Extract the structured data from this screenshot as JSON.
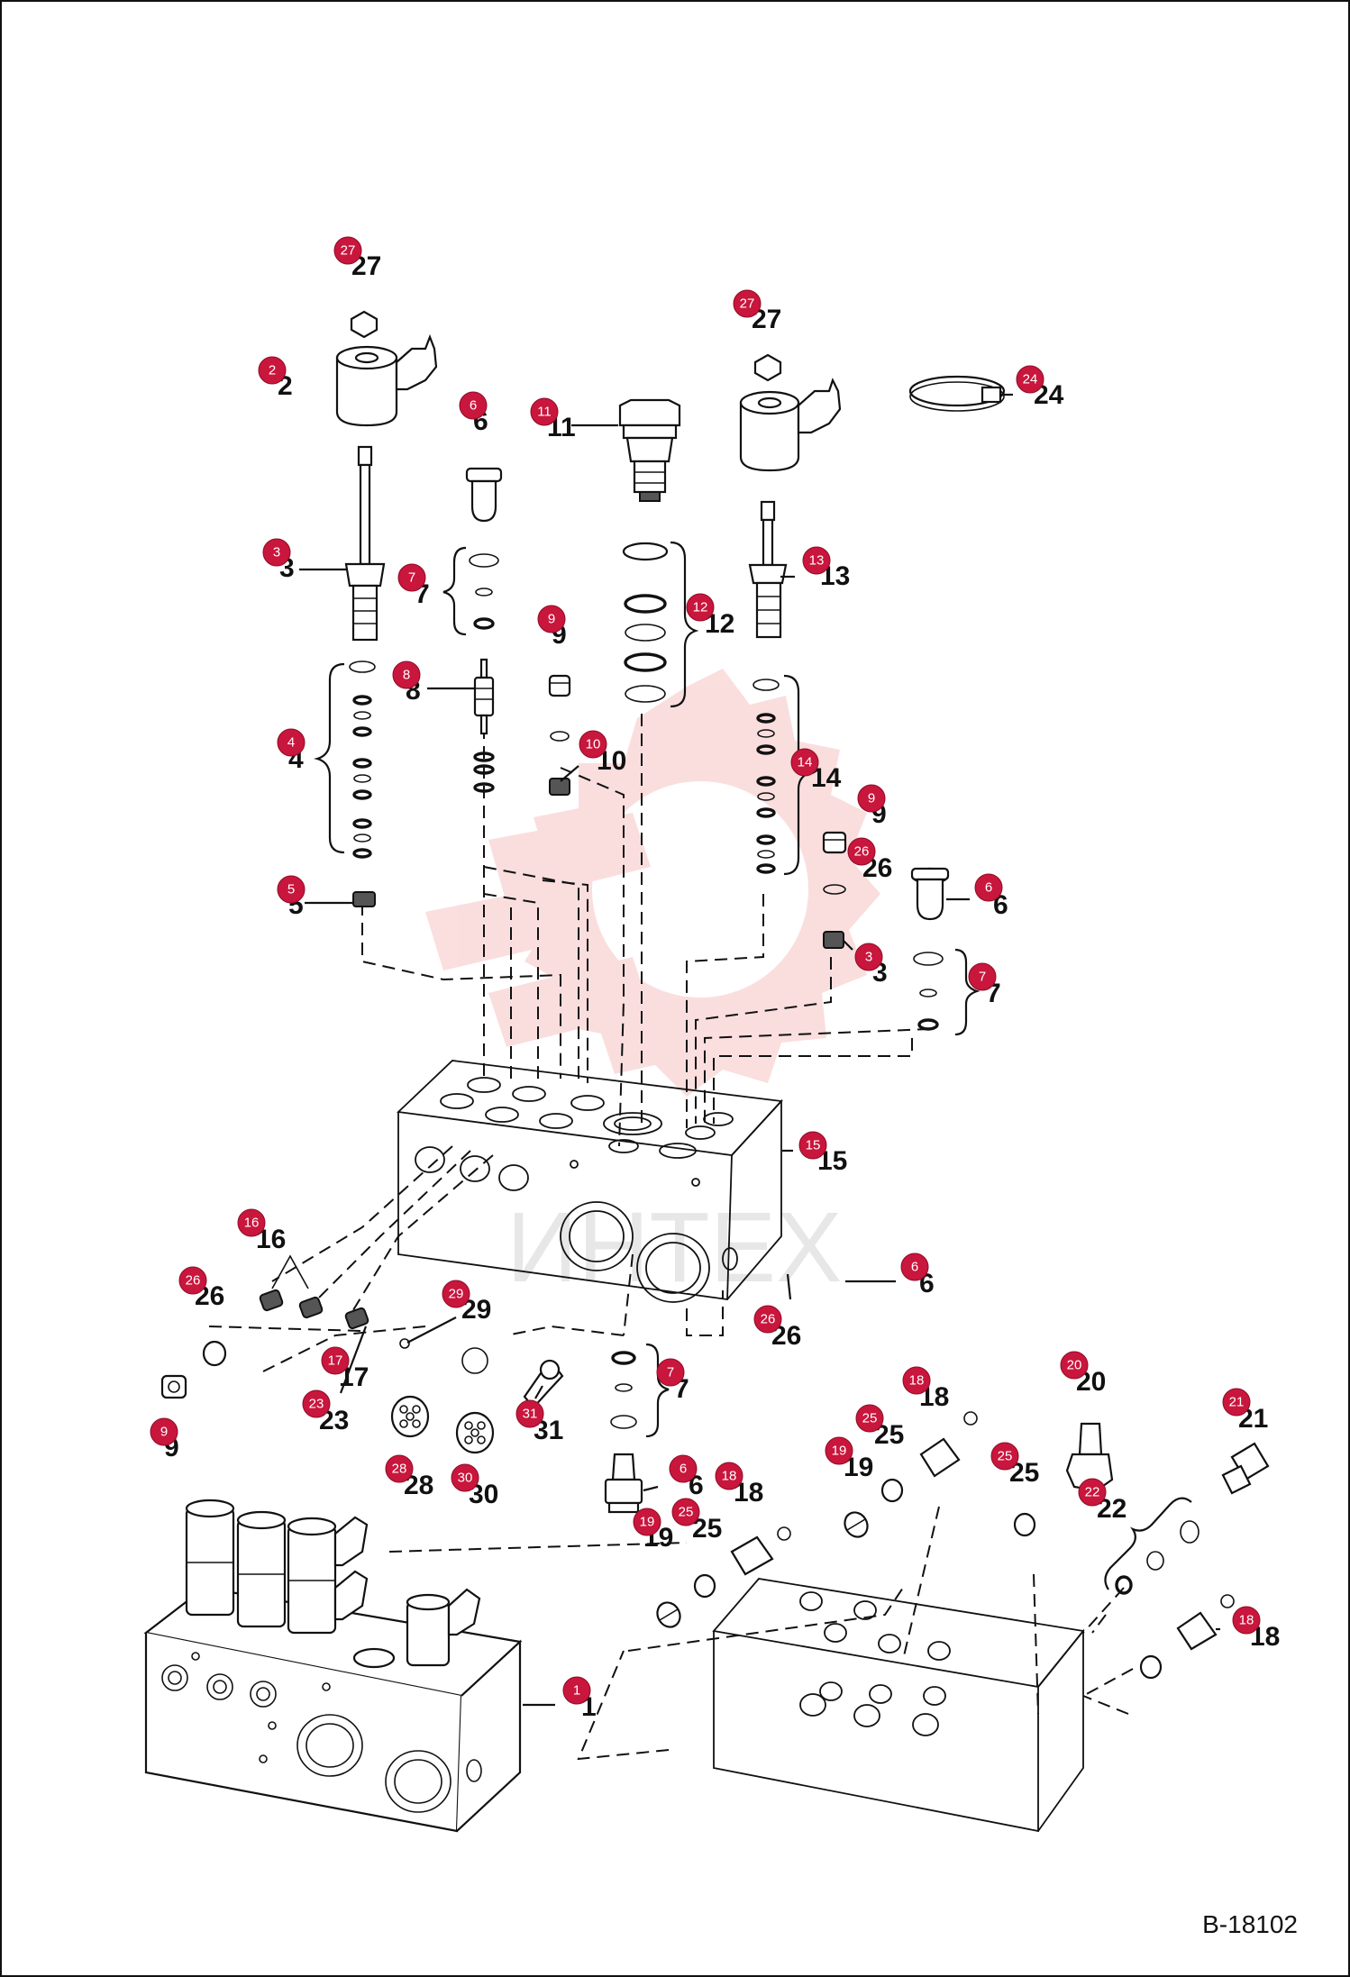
{
  "figure_id": "B-18102",
  "watermark_text": "ИНТЕХ",
  "colors": {
    "callout_badge": "#c9163c",
    "watermark": "#f08a8a",
    "line": "#111111"
  },
  "callouts": [
    {
      "n": "27"
    },
    {
      "n": "2"
    },
    {
      "n": "3"
    },
    {
      "n": "4"
    },
    {
      "n": "5"
    },
    {
      "n": "6"
    },
    {
      "n": "7"
    },
    {
      "n": "8"
    },
    {
      "n": "9"
    },
    {
      "n": "10"
    },
    {
      "n": "11"
    },
    {
      "n": "12"
    },
    {
      "n": "27"
    },
    {
      "n": "24"
    },
    {
      "n": "13"
    },
    {
      "n": "14"
    },
    {
      "n": "9"
    },
    {
      "n": "26"
    },
    {
      "n": "6"
    },
    {
      "n": "3"
    },
    {
      "n": "7"
    },
    {
      "n": "15"
    },
    {
      "n": "16"
    },
    {
      "n": "26"
    },
    {
      "n": "6"
    },
    {
      "n": "26"
    },
    {
      "n": "29"
    },
    {
      "n": "17"
    },
    {
      "n": "9"
    },
    {
      "n": "23"
    },
    {
      "n": "28"
    },
    {
      "n": "30"
    },
    {
      "n": "31"
    },
    {
      "n": "7"
    },
    {
      "n": "6"
    },
    {
      "n": "18"
    },
    {
      "n": "25"
    },
    {
      "n": "19"
    },
    {
      "n": "18"
    },
    {
      "n": "25"
    },
    {
      "n": "19"
    },
    {
      "n": "20"
    },
    {
      "n": "25"
    },
    {
      "n": "22"
    },
    {
      "n": "21"
    },
    {
      "n": "18"
    },
    {
      "n": "1"
    }
  ]
}
